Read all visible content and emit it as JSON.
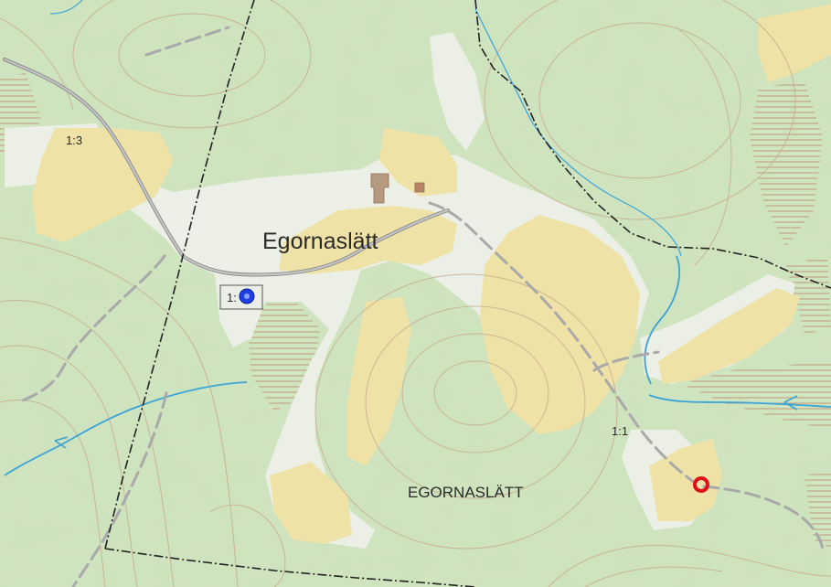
{
  "map": {
    "place_name": "Egornaslätt",
    "area_name": "EGORNASLÄTT",
    "scale_labels": [
      "1:3",
      "1:",
      "1:1"
    ],
    "colors": {
      "forest": "#cfe5bf",
      "field": "#efe2a6",
      "clearing": "#ecefe6",
      "contour": "#c9a98d",
      "road": "#a9a9a9",
      "water": "#3aa3d8",
      "boundary": "#222222",
      "hatch": "#c2967e",
      "building": "#b69a80",
      "marker_blue": "#1f3fe0",
      "marker_red": "#e0101a"
    },
    "markers": [
      {
        "name": "blue-marker",
        "color": "blue"
      },
      {
        "name": "red-marker",
        "color": "red"
      }
    ]
  }
}
